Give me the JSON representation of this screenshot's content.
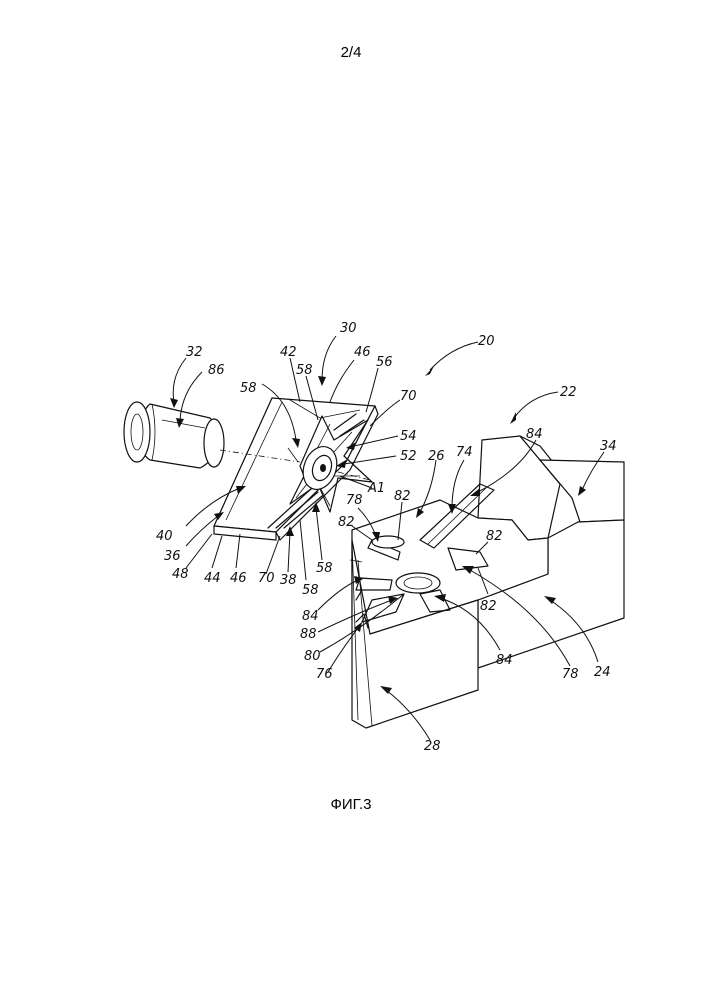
{
  "page": {
    "number": "2/4"
  },
  "figure": {
    "caption": "ФИГ.3"
  },
  "labels": {
    "l20": "20",
    "l22": "22",
    "l24": "24",
    "l26": "26",
    "l28": "28",
    "l30": "30",
    "l32": "32",
    "l34": "34",
    "l36": "36",
    "l38": "38",
    "l40": "40",
    "l42": "42",
    "l44": "44",
    "l46a": "46",
    "l46b": "46",
    "l48": "48",
    "l52": "52",
    "l54": "54",
    "l56": "56",
    "l58a": "58",
    "l58b": "58",
    "l58c": "58",
    "l58d": "58",
    "l70a": "70",
    "l70b": "70",
    "l74": "74",
    "l76": "76",
    "l78a": "78",
    "l78b": "78",
    "l80": "80",
    "l82a": "82",
    "l82b": "82",
    "l82c": "82",
    "l82d": "82",
    "l84a": "84",
    "l84b": "84",
    "l84c": "84",
    "l86": "86",
    "l88": "88",
    "axis": "A1"
  }
}
